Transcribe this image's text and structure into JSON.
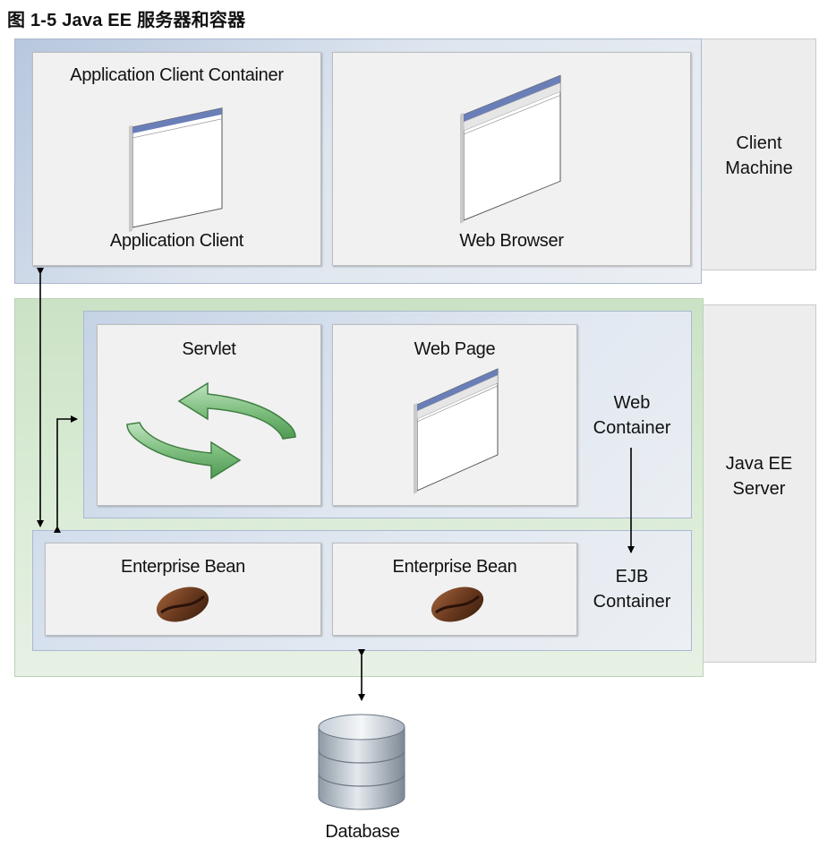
{
  "title": "图 1-5 Java EE 服务器和容器",
  "client_machine": {
    "label_line1": "Client",
    "label_line2": "Machine",
    "app_client_container": {
      "title": "Application Client Container",
      "icon": "window-icon",
      "caption": "Application Client"
    },
    "web_browser": {
      "caption": "Web Browser",
      "icon": "browser-window-icon"
    }
  },
  "java_ee_server": {
    "label_line1": "Java EE",
    "label_line2": "Server",
    "web_container": {
      "label_line1": "Web",
      "label_line2": "Container",
      "servlet": {
        "title": "Servlet",
        "icon": "cycle-arrows-icon"
      },
      "web_page": {
        "title": "Web Page",
        "icon": "browser-window-icon"
      }
    },
    "ejb_container": {
      "label_line1": "EJB",
      "label_line2": "Container",
      "beans": [
        {
          "title": "Enterprise Bean",
          "icon": "coffee-bean-icon"
        },
        {
          "title": "Enterprise Bean",
          "icon": "coffee-bean-icon"
        }
      ]
    }
  },
  "database": {
    "label": "Database",
    "icon": "database-cylinder-icon"
  },
  "colors": {
    "client_tint": "#b7c7de",
    "server_tint": "#cbe2c5",
    "servlet_arrow": "#7fbf80",
    "bean": "#6b3a1f"
  }
}
